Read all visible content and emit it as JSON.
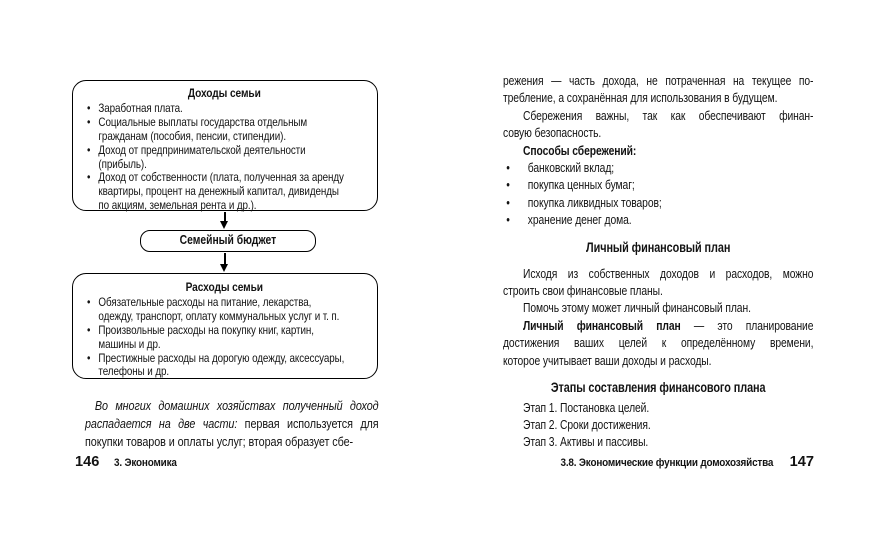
{
  "left_page": {
    "diagram": {
      "incomes_box": {
        "title": "Доходы семьи",
        "items": [
          {
            "lines": [
              "Заработная плата."
            ]
          },
          {
            "lines": [
              "Социальные выплаты государства отдельным",
              "гражданам (пособия, пенсии, стипендии)."
            ]
          },
          {
            "lines": [
              "Доход от предпринимательской деятельности",
              "(прибыль)."
            ]
          },
          {
            "lines": [
              "Доход от собственности (плата, полученная за аренду",
              "квартиры, процент на денежный капитал, дивиденды",
              "по акциям, земельная рента и др.)."
            ]
          }
        ]
      },
      "budget_box": {
        "title": "Семейный бюджет"
      },
      "expenses_box": {
        "title": "Расходы семьи",
        "items": [
          {
            "lines": [
              "Обязательные расходы на питание, лекарства,",
              "одежду, транспорт, оплату коммунальных услуг и т. п."
            ]
          },
          {
            "lines": [
              "Произвольные расходы на покупку книг, картин,",
              "машины и др."
            ]
          },
          {
            "lines": [
              "Престижные расходы на дорогую одежду, аксессуары,",
              "телефоны и др."
            ]
          }
        ]
      }
    },
    "paragraph": {
      "line1_italic": "Во многих домашних хозяйствах полученный доход",
      "line2_italic": "распадается на две части:",
      "line2_regular": " первая используется для",
      "line3": "покупки товаров и оплаты услуг; вторая образует сбе-"
    },
    "footer": {
      "page_number": "146",
      "section": "3. Экономика"
    }
  },
  "right_page": {
    "para1_lines": [
      "режения — часть дохода, не потраченная на текущее по-",
      "требление, а сохранённая для использования в будущем."
    ],
    "para2_lines": [
      "Сбережения важны, так как обеспечивают финан-",
      "совую безопасность."
    ],
    "savings_heading": "Способы сбережений:",
    "savings_items": [
      "банковский вклад;",
      "покупка ценных бумаг;",
      "покупка ликвидных товаров;",
      "хранение денег дома."
    ],
    "plan_heading": "Личный финансовый план",
    "para3_lines": [
      "Исходя из собственных доходов и расходов, можно",
      "строить свои финансовые планы."
    ],
    "para4_line": "Помочь этому может личный финансовый план.",
    "para5": {
      "line1_bold": "Личный финансовый план",
      "line1_rest": " — это планирование",
      "line2": "достижения ваших целей к определённому времени,",
      "line3": "которое учитывает ваши доходы и расходы."
    },
    "stages_heading": "Этапы составления финансового плана",
    "stage_lines": [
      "Этап 1. Постановка целей.",
      "Этап 2. Сроки достижения.",
      "Этап 3. Активы и пассивы."
    ],
    "footer": {
      "section": "3.8. Экономические функции домохозяйства",
      "page_number": "147"
    }
  }
}
